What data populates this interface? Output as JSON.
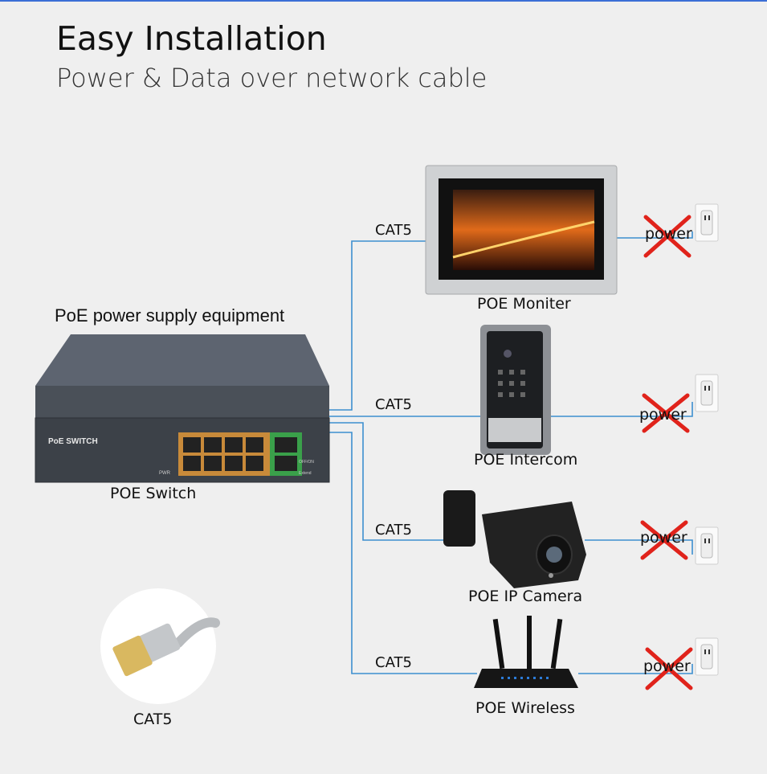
{
  "header": {
    "title": "Easy Installation",
    "subtitle": "Power & Data over network cable"
  },
  "equipment_label": "PoE power supply equipment",
  "switch": {
    "name": "POE Switch",
    "brand": "PoE SWITCH",
    "pwr": "PWR",
    "toggle": "OFF/ON",
    "extend": "Extend"
  },
  "cable": {
    "label": "CAT5"
  },
  "devices": [
    {
      "name": "POE Moniter",
      "cable": "CAT5",
      "power": "power"
    },
    {
      "name": "POE Intercom",
      "cable": "CAT5",
      "power": "power"
    },
    {
      "name": "POE IP Camera",
      "cable": "CAT5",
      "power": "power"
    },
    {
      "name": "POE Wireless",
      "cable": "CAT5",
      "power": "power"
    }
  ],
  "colors": {
    "line": "#3d8fcf",
    "cross": "#e0231b",
    "accent": "#3b6fd6"
  }
}
